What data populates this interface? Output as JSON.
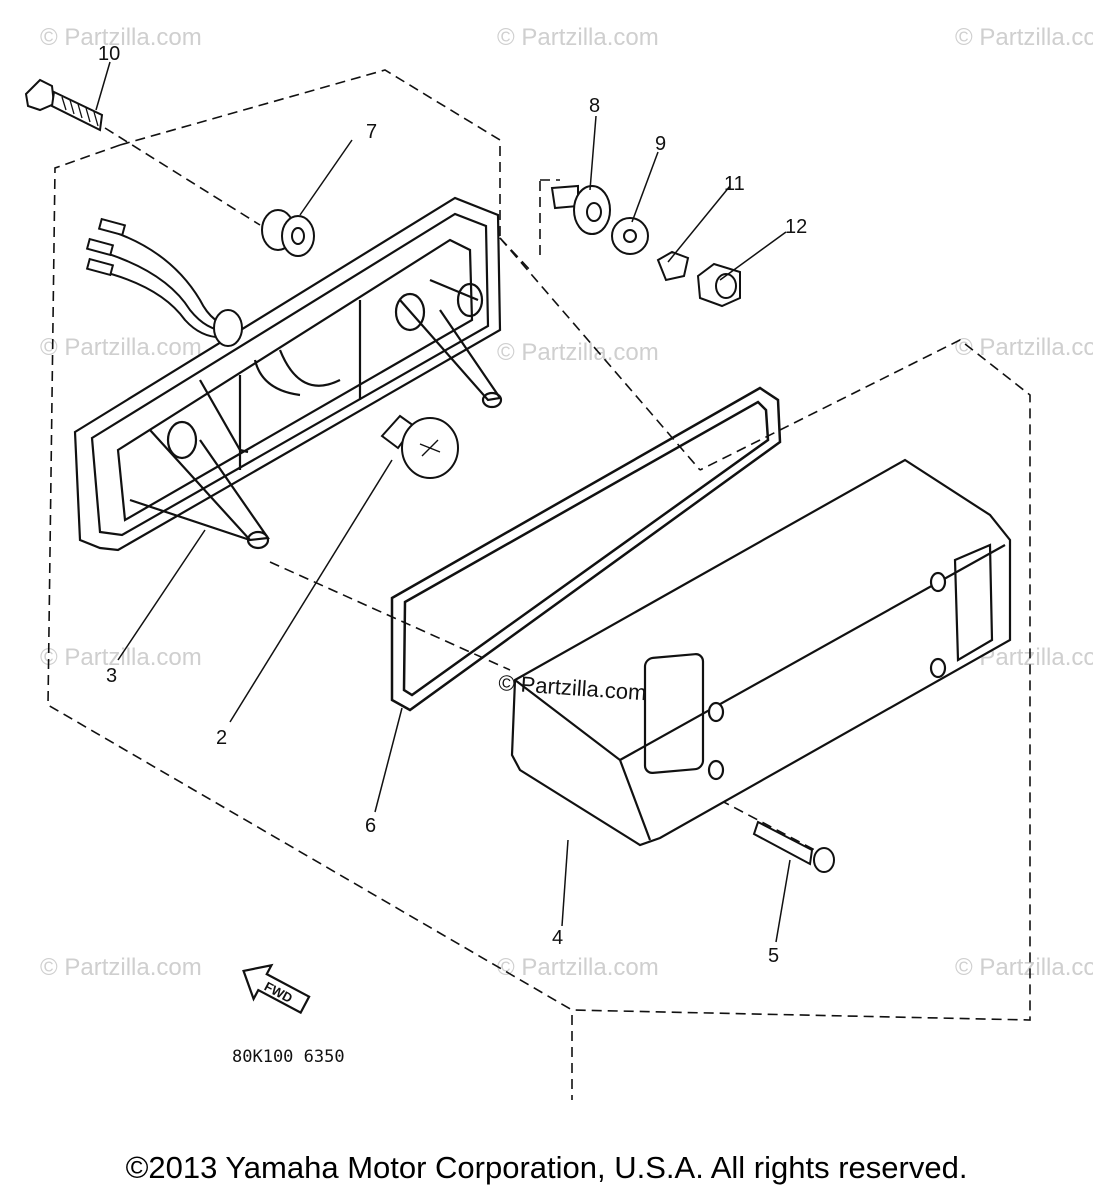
{
  "diagram": {
    "watermark_text": "© Partzilla.com",
    "callouts": [
      "10",
      "7",
      "8",
      "9",
      "11",
      "12",
      "3",
      "2",
      "6",
      "4",
      "5"
    ],
    "direction_label": "FWD",
    "drawing_code": "80K100 6350"
  },
  "footer": {
    "copyright": "©2013  Yamaha Motor Corporation, U.S.A. All rights reserved."
  }
}
